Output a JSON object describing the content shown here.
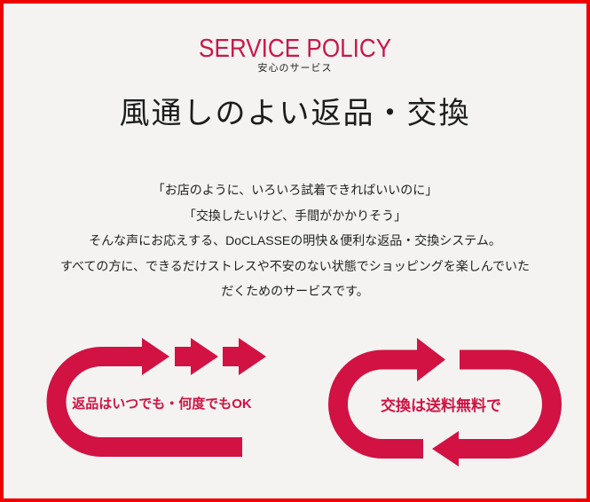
{
  "header": {
    "title": "SERVICE POLICY",
    "subtitle": "安心のサービス"
  },
  "heading": "風通しのよい返品・交換",
  "intro": {
    "lines": [
      "「お店のように、いろいろ試着できればいいのに」",
      "「交換したいけど、手間がかかりそう」",
      "そんな声にお応えする、DoCLASSEの明快＆便利な返品・交換システム。",
      "すべての方に、できるだけストレスや不安のない状態でショッピングを楽しんでいた",
      "だくためのサービスです。"
    ]
  },
  "features": [
    {
      "icon": "return-arrow-loop",
      "label": "返品はいつでも・何度でもOK"
    },
    {
      "icon": "exchange-arrow-loop",
      "label": "交換は送料無料で"
    }
  ],
  "colors": {
    "accent": "#d11243",
    "title": "#c9174a",
    "frame": "#ee0000",
    "background": "#f4f3f1",
    "text": "#1f1f1f"
  }
}
